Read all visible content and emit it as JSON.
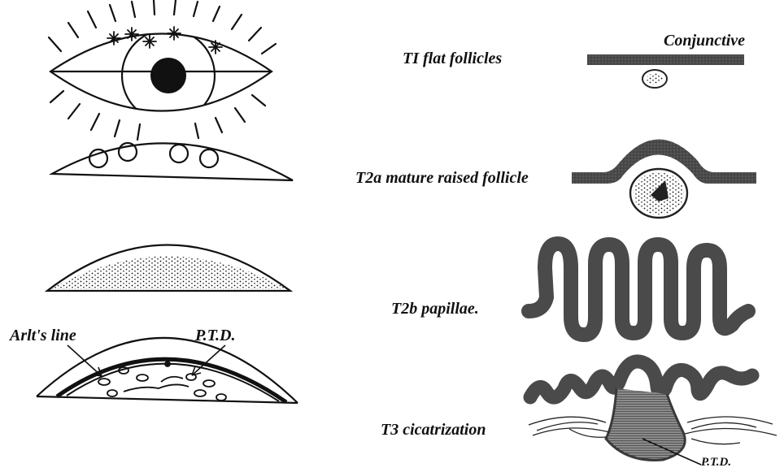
{
  "labels": {
    "conjunctive": "Conjunctive",
    "t1": "TI flat follicles",
    "t2a": "T2a mature raised follicle",
    "t2b": "T2b papillae.",
    "t3": "T3 cicatrization",
    "arlts_line": "Arlt's line",
    "ptd_left": "P.T.D.",
    "ptd_right": "P.T.D."
  },
  "colors": {
    "ink": "#111111",
    "tissue": "#4a4a4a",
    "background": "#ffffff"
  }
}
